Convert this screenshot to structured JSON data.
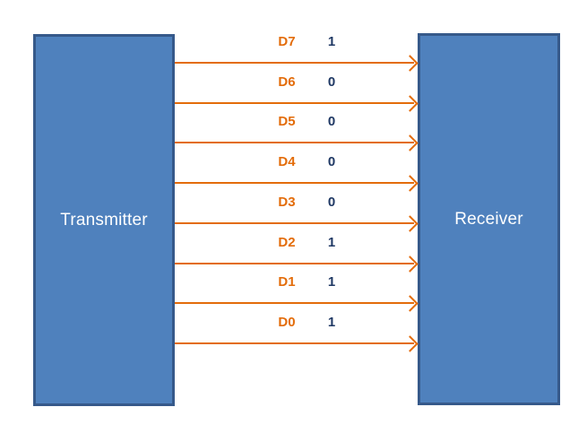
{
  "colors": {
    "box_fill": "#4f81bd",
    "box_border": "#36598a",
    "arrow": "#e36c0a",
    "bit_text": "#1f3864",
    "box_text": "#ffffff",
    "background": "#ffffff"
  },
  "transmitter": {
    "label": "Transmitter"
  },
  "receiver": {
    "label": "Receiver"
  },
  "bus": {
    "channels": [
      {
        "name": "D7",
        "bit": "1"
      },
      {
        "name": "D6",
        "bit": "0"
      },
      {
        "name": "D5",
        "bit": "0"
      },
      {
        "name": "D4",
        "bit": "0"
      },
      {
        "name": "D3",
        "bit": "0"
      },
      {
        "name": "D2",
        "bit": "1"
      },
      {
        "name": "D1",
        "bit": "1"
      },
      {
        "name": "D0",
        "bit": "1"
      }
    ]
  }
}
